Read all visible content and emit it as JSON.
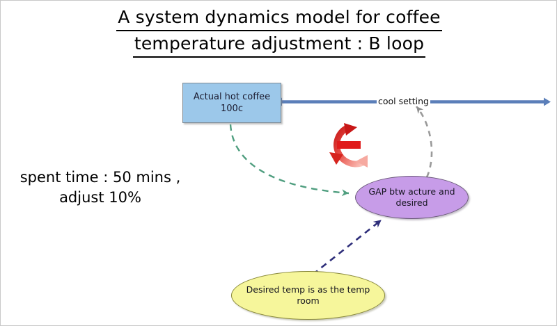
{
  "diagram": {
    "title_line1": "A system dynamics model for coffee",
    "title_line2": "temperature adjustment : B loop",
    "annotation_line1": "spent time : 50 mins ,",
    "annotation_line2": "adjust 10%",
    "nodes": {
      "coffee_box": {
        "line1": "Actual hot coffee",
        "line2": "100c",
        "fill": "#9CC8EA",
        "stroke": "#808A92"
      },
      "gap_ellipse": {
        "line1": "GAP btw acture and",
        "line2": "desired",
        "fill": "#C79CE8",
        "stroke": "#6B5A7A"
      },
      "desired_ellipse": {
        "line1": "Desired temp is as the temp",
        "line2": "room",
        "fill": "#F6F69B",
        "stroke": "#8A8A3C"
      }
    },
    "edges": {
      "cool_setting_label": "cool setting",
      "cool_setting_color": "#5B7FB9",
      "coffee_to_gap_color": "#4F9E7F",
      "gap_to_cool_color": "#9A9A9A",
      "desired_to_gap_color": "#2E2E7A"
    },
    "loop_icon": {
      "name": "balancing-loop",
      "symbol": "−",
      "color_dark": "#D11A1A",
      "color_light": "#F6A9A0"
    }
  }
}
